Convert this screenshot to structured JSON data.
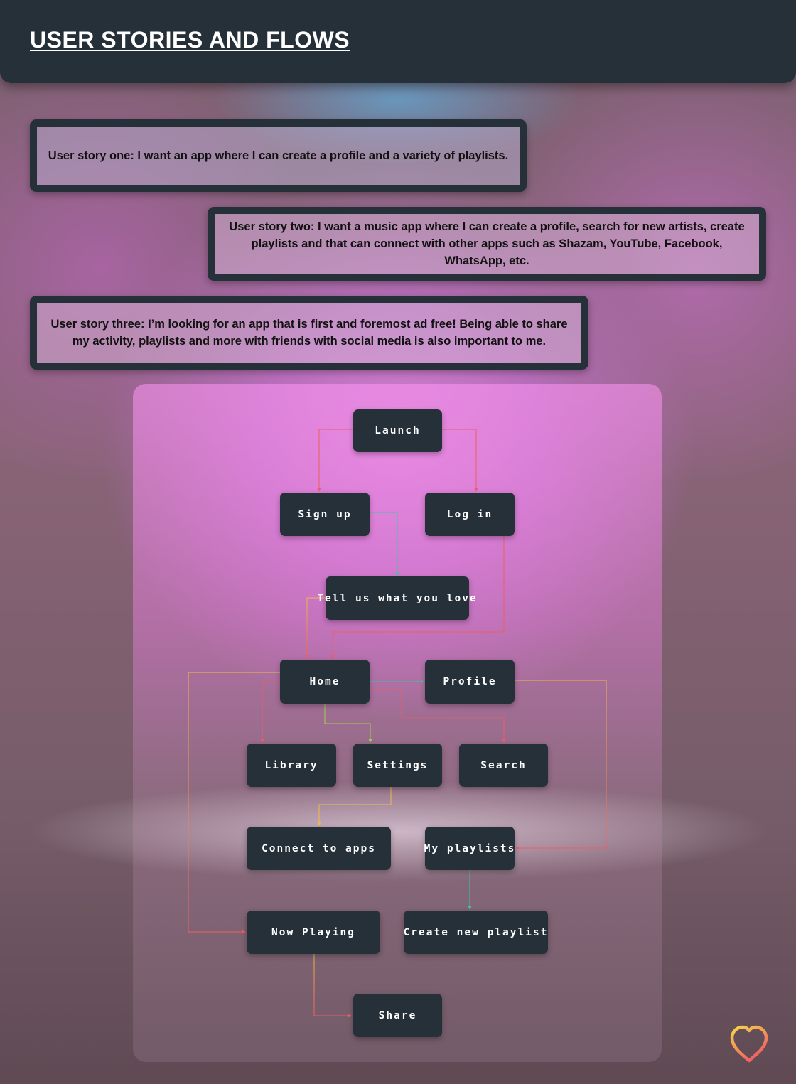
{
  "header": {
    "title": "USER STORIES AND FLOWS"
  },
  "stories": [
    {
      "text": "User story one: I want an app where I can create a profile and a variety of playlists."
    },
    {
      "text": "User story two: I want a music app where I can create a profile, search for new artists, create playlists and that can connect with other apps such as Shazam, YouTube, Facebook, WhatsApp, etc."
    },
    {
      "text": "User story three: I’m looking for an app that is first and foremost ad free! Being able to share my activity, playlists and more with friends with social media is also important to me."
    }
  ],
  "flow": {
    "nodes": {
      "launch": "Launch",
      "sign_up": "Sign up",
      "log_in": "Log in",
      "tell_us": "Tell us what you love",
      "home": "Home",
      "profile": "Profile",
      "library": "Library",
      "settings": "Settings",
      "search": "Search",
      "connect_apps": "Connect to apps",
      "my_playlists": "My playlists",
      "now_playing": "Now Playing",
      "create_playlist": "Create new playlist",
      "share": "Share"
    },
    "edges": [
      {
        "from": "Launch",
        "to": "Sign up",
        "color": "#ef5d62"
      },
      {
        "from": "Launch",
        "to": "Log in",
        "color": "#ef5d62"
      },
      {
        "from": "Sign up",
        "to": "Tell us what you love",
        "color": "#3cc9a0"
      },
      {
        "from": "Log in",
        "to": "Home",
        "color": "#ef5d62"
      },
      {
        "from": "Tell us what you love",
        "to": "Home",
        "color": "#ef5d62"
      },
      {
        "from": "Home",
        "to": "Profile",
        "color": "#3cc9a0"
      },
      {
        "from": "Home",
        "to": "Library",
        "color": "#ef5d62"
      },
      {
        "from": "Home",
        "to": "Settings",
        "color": "#9ad34c"
      },
      {
        "from": "Home",
        "to": "Search",
        "color": "#ef5d62"
      },
      {
        "from": "Home",
        "to": "Now Playing",
        "color": "#ef5d62"
      },
      {
        "from": "Settings",
        "to": "Connect to apps",
        "color": "#f2b84b"
      },
      {
        "from": "Profile",
        "to": "My playlists",
        "color": "#ef5d62"
      },
      {
        "from": "My playlists",
        "to": "Create new playlist",
        "color": "#3cc9a0"
      },
      {
        "from": "Now Playing",
        "to": "Share",
        "color": "#ef5d62"
      }
    ]
  },
  "icons": {
    "corner": "heart-icon"
  },
  "colors": {
    "header_bg": "#263038",
    "node_bg": "#263038",
    "accent_red": "#ef5d62",
    "accent_teal": "#3cc9a0",
    "accent_yellow": "#f2b84b",
    "accent_green": "#9ad34c"
  }
}
